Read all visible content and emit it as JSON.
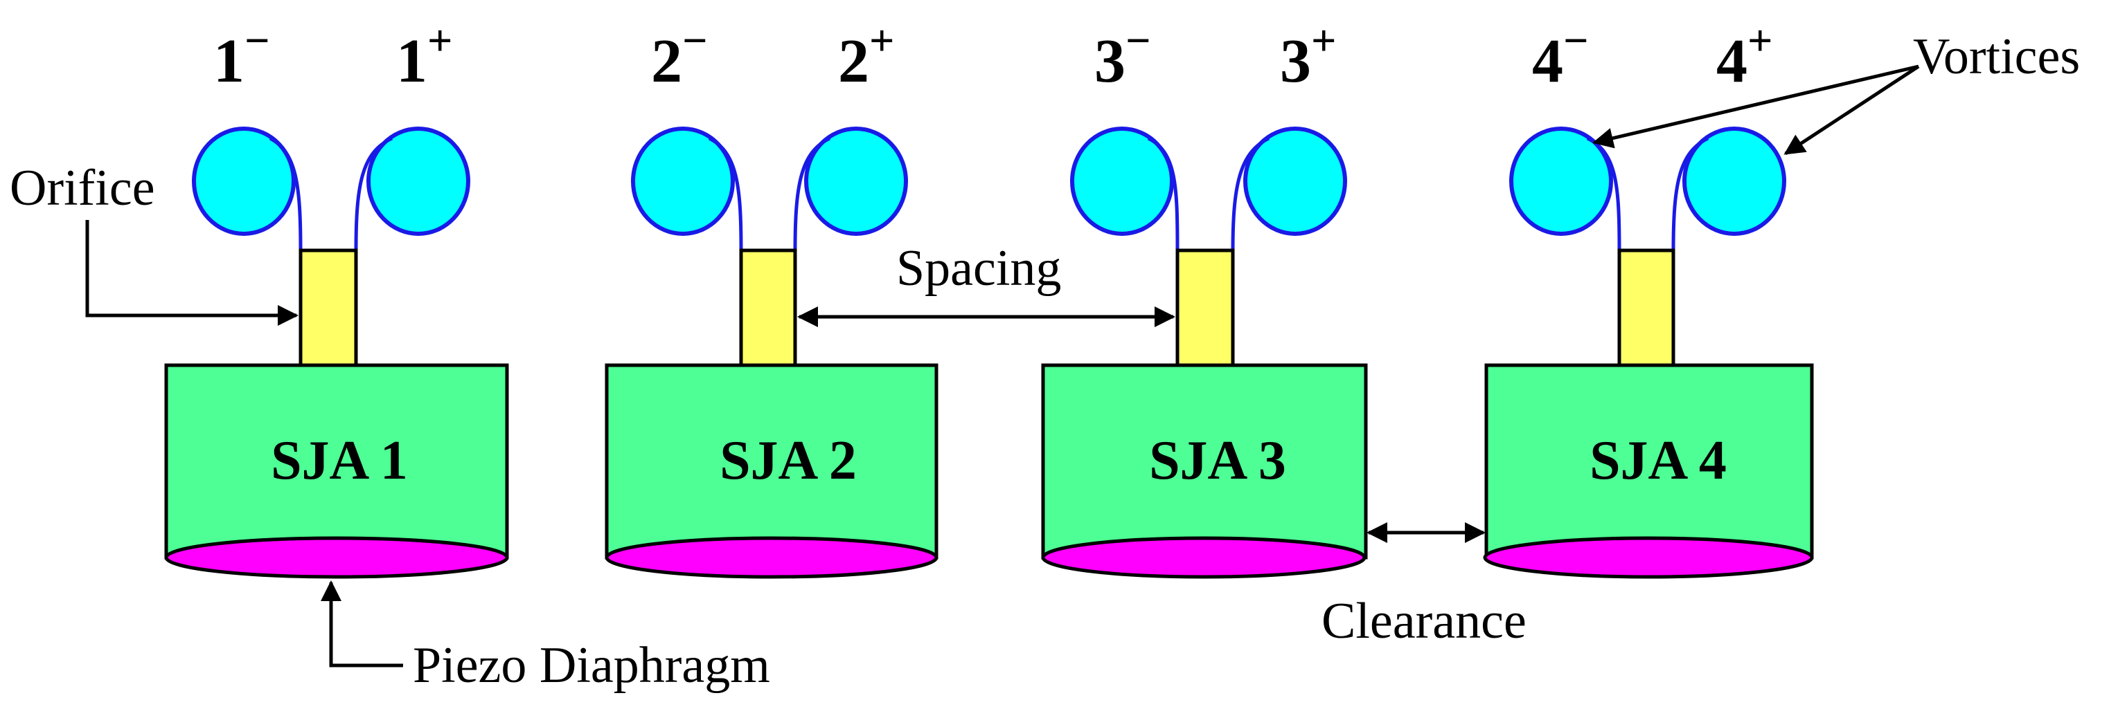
{
  "colors": {
    "vortex_fill": "#00FFFF",
    "vortex_stroke": "#1A1AE6",
    "orifice_fill": "#FFFF66",
    "cavity_fill": "#4DFF94",
    "diaphragm_fill": "#FF00FF",
    "line": "#000000"
  },
  "icons": {
    "vortex": "circle",
    "orifice": "rectangle",
    "cavity": "rectangle",
    "diaphragm": "ellipse",
    "arrow": "arrow"
  },
  "actuators": [
    {
      "label": "SJA 1",
      "left_vortex": {
        "num": "1",
        "sign": "−"
      },
      "right_vortex": {
        "num": "1",
        "sign": "+"
      }
    },
    {
      "label": "SJA 2",
      "left_vortex": {
        "num": "2",
        "sign": "−"
      },
      "right_vortex": {
        "num": "2",
        "sign": "+"
      }
    },
    {
      "label": "SJA 3",
      "left_vortex": {
        "num": "3",
        "sign": "−"
      },
      "right_vortex": {
        "num": "3",
        "sign": "+"
      }
    },
    {
      "label": "SJA 4",
      "left_vortex": {
        "num": "4",
        "sign": "−"
      },
      "right_vortex": {
        "num": "4",
        "sign": "+"
      }
    }
  ],
  "annotations": {
    "orifice": "Orifice",
    "vortices": "Vortices",
    "spacing": "Spacing",
    "clearance": "Clearance",
    "piezo": "Piezo Diaphragm"
  }
}
